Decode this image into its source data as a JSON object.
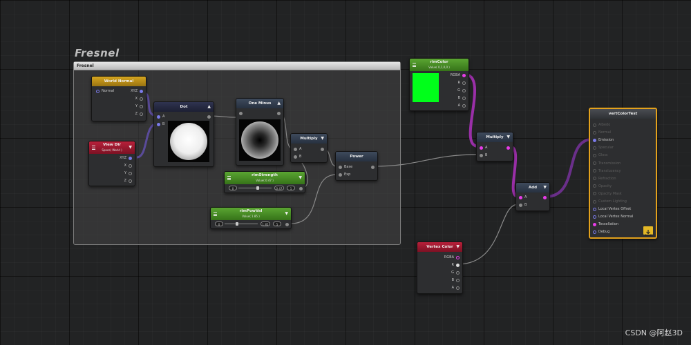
{
  "group": {
    "title": "Fresnel",
    "header_label": "Fresnel"
  },
  "nodes": {
    "world_normal": {
      "title": "World Normal",
      "input": "Normal",
      "outputs": [
        "XYZ",
        "X",
        "Y",
        "Z"
      ]
    },
    "view_dir": {
      "title": "View Dir",
      "subtitle": "Space( World )",
      "outputs": [
        "XYZ",
        "X",
        "Y",
        "Z"
      ]
    },
    "dot": {
      "title": "Dot",
      "inputs": [
        "A",
        "B"
      ]
    },
    "one_minus": {
      "title": "One Minus"
    },
    "multiply1": {
      "title": "Multiply",
      "inputs": [
        "A",
        "B"
      ]
    },
    "power": {
      "title": "Power",
      "inputs": [
        "Base",
        "Exp"
      ]
    },
    "rim_strength": {
      "title": "rimStrength",
      "subtitle": "Value( 0.47 )",
      "min": "0",
      "value": "0.47",
      "max": "1"
    },
    "rim_power": {
      "title": "rimPowVal",
      "subtitle": "Value( 1.85 )",
      "min": "0",
      "value": "1.85",
      "max": "5"
    },
    "rim_color": {
      "title": "rimColor",
      "subtitle": "Value( 0,1,0,0 )",
      "outputs": [
        "RGBA",
        "R",
        "G",
        "B",
        "A"
      ],
      "swatch_color": "#00ff1a"
    },
    "multiply2": {
      "title": "Multiply",
      "inputs": [
        "A",
        "B"
      ]
    },
    "add": {
      "title": "Add",
      "inputs": [
        "A",
        "B"
      ]
    },
    "vertex_color": {
      "title": "Vertex Color",
      "outputs": [
        "RGBA",
        "R",
        "G",
        "B",
        "A"
      ]
    },
    "master": {
      "title": "vertColorTest",
      "inputs": [
        "Albedo",
        "Normal",
        "Emission",
        "Specular",
        "Gloss",
        "Transmission",
        "Translucency",
        "Refraction",
        "Opacity",
        "Opacity Mask",
        "Custom Lighting",
        "Local Vertex Offset",
        "Local Vertex Normal",
        "Tessellation",
        "Debug"
      ],
      "active": [
        false,
        false,
        true,
        false,
        false,
        false,
        false,
        false,
        false,
        false,
        false,
        true,
        true,
        true,
        true
      ]
    }
  },
  "colors": {
    "wire_magenta": "#9a2fa8",
    "wire_blue": "#5a4b9a",
    "wire_gray": "#8a8a8a",
    "accent_orange": "#e4a21c"
  },
  "watermark": "CSDN @阿赵3D"
}
